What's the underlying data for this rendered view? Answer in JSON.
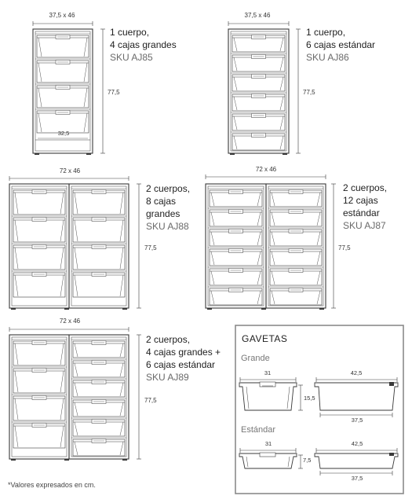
{
  "products": [
    {
      "width_label": "37,5 x 46",
      "height_label": "77,5",
      "inner_label": "32,5",
      "label_lines": [
        "1 cuerpo,",
        "4 cajas grandes"
      ],
      "sku": "SKU AJ85"
    },
    {
      "width_label": "37,5 x 46",
      "height_label": "77,5",
      "label_lines": [
        "1 cuerpo,",
        "6 cajas estándar"
      ],
      "sku": "SKU AJ86"
    },
    {
      "width_label": "72 x 46",
      "height_label": "77,5",
      "label_lines": [
        "2 cuerpos,",
        "8 cajas",
        "grandes"
      ],
      "sku": "SKU AJ88"
    },
    {
      "width_label": "72 x 46",
      "height_label": "77,5",
      "label_lines": [
        "2 cuerpos,",
        "12 cajas",
        "estándar"
      ],
      "sku": "SKU AJ87"
    },
    {
      "width_label": "72 x 46",
      "height_label": "77,5",
      "label_lines": [
        "2 cuerpos,",
        "4 cajas grandes +",
        "6 cajas estándar"
      ],
      "sku": "SKU AJ89"
    }
  ],
  "gavetas": {
    "title": "GAVETAS",
    "grande": {
      "name": "Grande",
      "front_width": "31",
      "side_width": "42,5",
      "height": "15,5",
      "base_width": "37,5"
    },
    "estandar": {
      "name": "Estándar",
      "front_width": "31",
      "side_width": "42,5",
      "height": "7,5",
      "base_width": "37,5"
    }
  },
  "footnote": "*Valores expresados en cm."
}
